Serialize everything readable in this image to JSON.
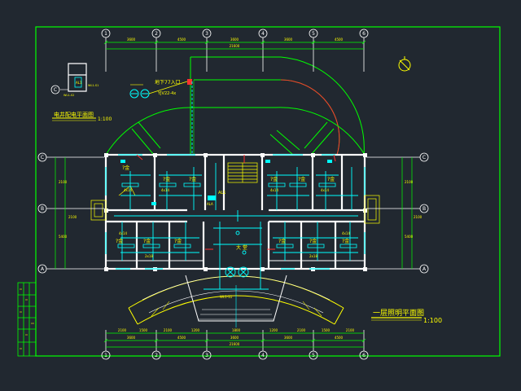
{
  "title": {
    "main": "一层照明平面图",
    "scale": "1:100"
  },
  "detail": {
    "title": "电井配电平面图",
    "scale": "1:100",
    "box_label": "AL1",
    "tags": [
      "WL1-S1",
      "WL1-S2"
    ],
    "axis": "C"
  },
  "axes": {
    "columns": [
      "1",
      "2",
      "3",
      "4",
      "5",
      "6"
    ],
    "rows": [
      "C",
      "B",
      "A"
    ]
  },
  "annotations": {
    "service_entry": "地下77入口",
    "service_entry_sub": "YJV22-4x",
    "main_panel": "ALA",
    "lobby": "大  堂",
    "stair_panel": "AL1",
    "cable": "WL1-S1"
  },
  "room_labels": [
    "?金",
    "?金",
    "?金",
    "?金",
    "?金",
    "?金",
    "?金",
    "?金",
    "?金",
    "?金",
    "?金",
    "?金"
  ],
  "light_tags": [
    "4x14",
    "4x14",
    "4x14",
    "4x14",
    "4x14",
    "4x14",
    "2x18",
    "2x18"
  ],
  "dims": {
    "top": [
      "3600",
      "4500",
      "3600",
      "3600",
      "4500"
    ],
    "bottom": [
      "3600",
      "4500",
      "3600",
      "3600",
      "4500"
    ],
    "top_total": "21600",
    "bottom_total": "21600",
    "bottom_detail": [
      "2100",
      "1500",
      "2100",
      "1200",
      "1800",
      "1200",
      "2100",
      "1500",
      "2100"
    ],
    "left": [
      "2100",
      "5400",
      "2100"
    ],
    "right": [
      "2100",
      "5400",
      "2100"
    ]
  },
  "colors": {
    "background": "#212830",
    "border": "#00ff00",
    "wall": "#ffffff",
    "wiring": "#00ffff",
    "text": "#ffff00",
    "accent": "#ff3030"
  }
}
